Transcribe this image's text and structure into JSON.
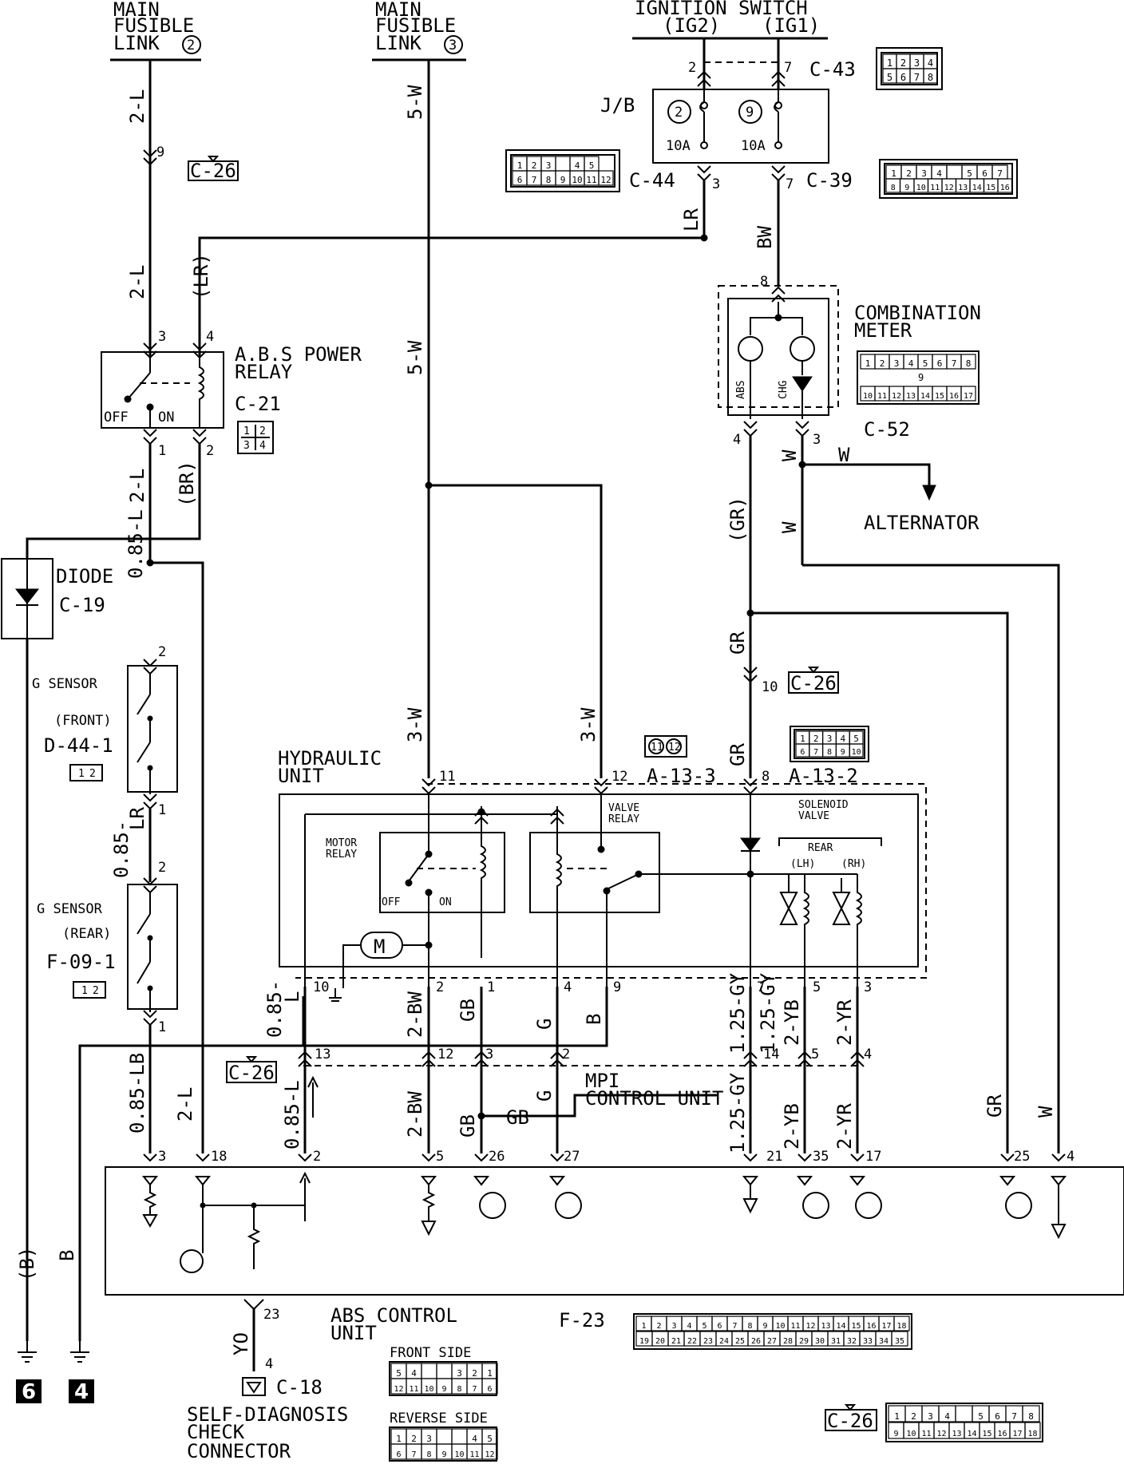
{
  "labels": {
    "main_fusible_2_line1": "MAIN",
    "main_fusible_2_line2": "FUSIBLE",
    "main_fusible_2_line3": "LINK",
    "main_fusible_2_num": "2",
    "main_fusible_3_line1": "MAIN",
    "main_fusible_3_line2": "FUSIBLE",
    "main_fusible_3_line3": "LINK",
    "main_fusible_3_num": "3",
    "ignition_switch": "IGNITION SWITCH",
    "ig2": "(IG2)",
    "ig1": "(IG1)",
    "jb": "J/B",
    "fuse_2": "2",
    "fuse_9": "9",
    "fuse_amp_1": "10A",
    "fuse_amp_2": "10A",
    "c43": "C-43",
    "c44": "C-44",
    "c39": "C-39",
    "c26": "C-26",
    "c21": "C-21",
    "c19": "C-19",
    "c52": "C-52",
    "c18": "C-18",
    "f23": "F-23",
    "d44_1": "D-44-1",
    "f09_1": "F-09-1",
    "a13_3": "A-13-3",
    "a13_2": "A-13-2",
    "abs_power_relay_1": "A.B.S POWER",
    "abs_power_relay_2": "RELAY",
    "off": "OFF",
    "on": "ON",
    "diode": "DIODE",
    "combination_meter_1": "COMBINATION",
    "combination_meter_2": "METER",
    "abs_lamp": "ABS",
    "chg_lamp": "CHG",
    "alternator": "ALTERNATOR",
    "g_sensor_front_1": "G SENSOR",
    "g_sensor_front_2": "(FRONT)",
    "g_sensor_rear_1": "G SENSOR",
    "g_sensor_rear_2": "(REAR)",
    "hydraulic_unit_1": "HYDRAULIC",
    "hydraulic_unit_2": "UNIT",
    "motor_relay_1": "MOTOR",
    "motor_relay_2": "RELAY",
    "valve_relay_1": "VALVE",
    "valve_relay_2": "RELAY",
    "solenoid_valve_1": "SOLENOID",
    "solenoid_valve_2": "VALVE",
    "rear": "REAR",
    "lh": "(LH)",
    "rh": "(RH)",
    "motor_m": "M",
    "mpi_1": "MPI",
    "mpi_2": "CONTROL UNIT",
    "abs_cu_1": "ABS CONTROL",
    "abs_cu_2": "UNIT",
    "sdc_1": "SELF-DIAGNOSIS",
    "sdc_2": "CHECK",
    "sdc_3": "CONNECTOR",
    "front_side": "FRONT SIDE",
    "reverse_side": "REVERSE SIDE",
    "ground_6": "6",
    "ground_4": "4"
  },
  "wires": {
    "w_2L_a": "2-L",
    "w_2L_b": "2-L",
    "w_2L_c": "2-L",
    "w_2L_d": "2-L",
    "w_LR_paren": "(LR)",
    "w_BR_paren": "(BR)",
    "w_5W_a": "5-W",
    "w_5W_b": "5-W",
    "w_LR": "LR",
    "w_BW": "BW",
    "w_GR_paren": "(GR)",
    "w_GR_a": "GR",
    "w_GR_b": "GR",
    "w_GR_c": "GR",
    "w_W_a": "W",
    "w_W_b": "W",
    "w_W_c": "W",
    "w_W_d": "W",
    "w_085L_a": "0.85-L",
    "w_085L_b": "0.85-",
    "w_085L_b2": "L",
    "w_085L_c": "0.85-L",
    "w_085LR_a": "0.85-",
    "w_085LR_b": "LR",
    "w_085LB": "0.85-LB",
    "w_3W_a": "3-W",
    "w_3W_b": "3-W",
    "w_2BW_a": "2-BW",
    "w_2BW_b": "2-BW",
    "w_GB_a": "GB",
    "w_GB_b": "GB",
    "w_GB_c": "GB",
    "w_G_a": "G",
    "w_G_b": "G",
    "w_B_a": "B",
    "w_B_gnd": "B",
    "w_B_paren": "(B)",
    "w_125GY_a": "1.25-GY",
    "w_125GY_b": "1.25-GY",
    "w_125GY_c": "1.25-GY",
    "w_2YB_a": "2-YB",
    "w_2YB_b": "2-YB",
    "w_2YR_a": "2-YR",
    "w_2YR_b": "2-YR",
    "w_YO": "YO"
  },
  "pins": {
    "p9": "9",
    "p3": "3",
    "p4": "4",
    "p1": "1",
    "p2": "2",
    "p2_top": "2",
    "p7_top": "7",
    "p3_jb": "3",
    "p7_jb": "7",
    "p8": "8",
    "p4_m": "4",
    "p3_m": "3",
    "pg2a": "2",
    "pg1a": "1",
    "pg2b": "2",
    "pg1b": "1",
    "p10_c26": "10",
    "p11": "11",
    "p12": "12",
    "p8_a": "8",
    "h10": "10",
    "h2": "2",
    "h1": "1",
    "h4": "4",
    "h9": "9",
    "h7": "7",
    "h5": "5",
    "h3": "3",
    "m13": "13",
    "m12": "12",
    "m3": "3",
    "m2": "2",
    "m14": "14",
    "m5": "5",
    "m4": "4",
    "e3": "3",
    "e18": "18",
    "e2": "2",
    "e5": "5",
    "e26": "26",
    "e27": "27",
    "e21": "21",
    "e35": "35",
    "e17": "17",
    "e25": "25",
    "e4": "4",
    "e23": "23",
    "c18pin": "4"
  },
  "connectors": {
    "c43_grid": [
      [
        "1",
        "2",
        "3",
        "4"
      ],
      [
        "5",
        "6",
        "7",
        "8"
      ]
    ],
    "c44_grid": [
      [
        "1",
        "2",
        "3",
        "",
        "4",
        "5"
      ],
      [
        "6",
        "7",
        "8",
        "9",
        "10",
        "11",
        "12"
      ]
    ],
    "c39_grid": [
      [
        "1",
        "2",
        "3",
        "4",
        "",
        "5",
        "6",
        "7"
      ],
      [
        "8",
        "9",
        "10",
        "11",
        "12",
        "13",
        "14",
        "15",
        "16"
      ]
    ],
    "c21_grid": [
      [
        "1",
        "2"
      ],
      [
        "3",
        "4"
      ]
    ],
    "c52_grid_top": [
      "1",
      "2",
      "3",
      "4",
      "5",
      "6",
      "7",
      "8"
    ],
    "c52_mid": "9",
    "c52_grid_bot": [
      "10",
      "11",
      "12",
      "13",
      "14",
      "15",
      "16",
      "17"
    ],
    "d44_grid": [
      "1",
      "2"
    ],
    "f09_grid": [
      "1",
      "2"
    ],
    "a13_3_grid": [
      "11",
      "12"
    ],
    "a13_2_top": [
      "1",
      "2",
      "3",
      "4",
      "5"
    ],
    "a13_2_bot": [
      "6",
      "7",
      "8",
      "9",
      "10"
    ],
    "f23_top": [
      "1",
      "2",
      "3",
      "4",
      "5",
      "6",
      "7",
      "8",
      "9",
      "10",
      "11",
      "12",
      "13",
      "14",
      "15",
      "16",
      "17",
      "18"
    ],
    "f23_bot": [
      "19",
      "20",
      "21",
      "22",
      "23",
      "24",
      "25",
      "26",
      "27",
      "28",
      "29",
      "30",
      "31",
      "32",
      "33",
      "34",
      "35"
    ],
    "front_top": [
      "5",
      "4",
      "",
      "",
      "3",
      "2",
      "1"
    ],
    "front_bot": [
      "12",
      "11",
      "10",
      "9",
      "8",
      "7",
      "6"
    ],
    "rev_top": [
      "1",
      "2",
      "3",
      "",
      "",
      "4",
      "5"
    ],
    "rev_bot": [
      "6",
      "7",
      "8",
      "9",
      "10",
      "11",
      "12"
    ],
    "c26_top": [
      "1",
      "2",
      "3",
      "4",
      "",
      "5",
      "6",
      "7",
      "8"
    ],
    "c26_bot": [
      "9",
      "10",
      "11",
      "12",
      "13",
      "14",
      "15",
      "16",
      "17",
      "18"
    ]
  }
}
